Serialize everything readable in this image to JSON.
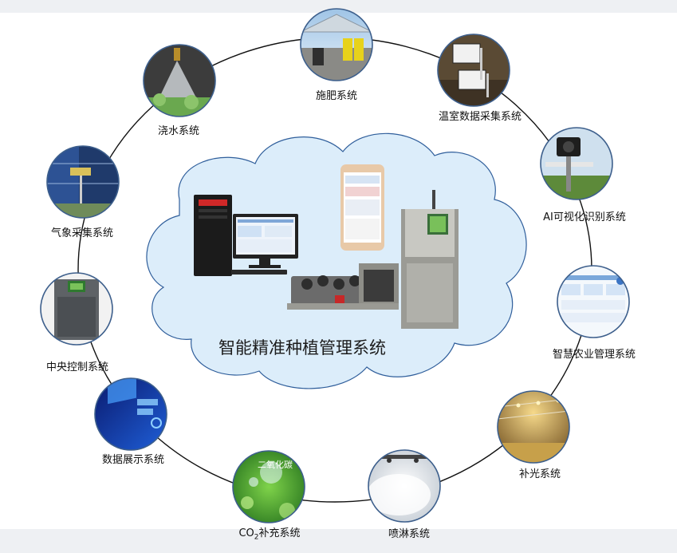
{
  "center": {
    "title": "智能精准种植管理系统"
  },
  "nodes": [
    {
      "id": "fertilize",
      "label": "施肥系统",
      "scene": "greenhouse"
    },
    {
      "id": "greenhouse-data",
      "label": "温室数据采集系统",
      "scene": "sensor"
    },
    {
      "id": "ai-vision",
      "label": "AI可视化识别系统",
      "scene": "camera"
    },
    {
      "id": "smart-agri",
      "label": "智慧农业管理系统",
      "scene": "dashboard"
    },
    {
      "id": "fill-light",
      "label": "补光系统",
      "scene": "lights"
    },
    {
      "id": "spray",
      "label": "喷淋系统",
      "scene": "mist"
    },
    {
      "id": "co2",
      "label_prefix": "CO",
      "label_sub": "2",
      "label_suffix": "补充系统",
      "scene": "co2",
      "badge": "二氧化碳"
    },
    {
      "id": "data-display",
      "label": "数据展示系统",
      "scene": "screen"
    },
    {
      "id": "central-control",
      "label": "中央控制系统",
      "scene": "cabinet"
    },
    {
      "id": "weather",
      "label": "气象采集系统",
      "scene": "weather"
    },
    {
      "id": "watering",
      "label": "浇水系统",
      "scene": "sprinkler"
    }
  ],
  "colors": {
    "ring": "#111111",
    "node_border": "#3d5f8c",
    "cloud_fill": "#dcedfa",
    "cloud_stroke": "#2f5e9b"
  }
}
